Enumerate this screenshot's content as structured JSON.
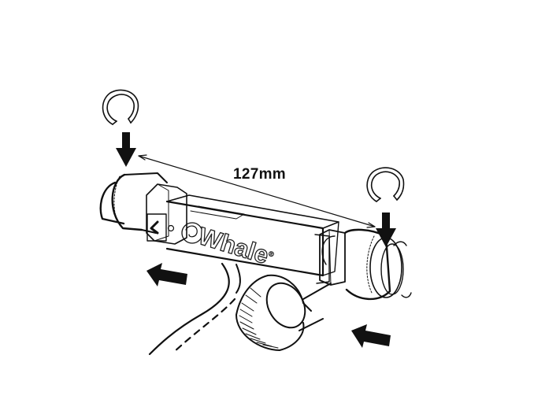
{
  "diagram": {
    "dimension": {
      "label": "127mm",
      "value": 127,
      "unit": "mm"
    },
    "brand": {
      "name": "Whale",
      "trademark": "®"
    },
    "parts": [
      {
        "id": "clip-left",
        "type": "retaining-clip",
        "position": "left"
      },
      {
        "id": "clip-right",
        "type": "retaining-clip",
        "position": "right"
      },
      {
        "id": "body",
        "type": "inline-filter-body"
      },
      {
        "id": "knurled-cap",
        "type": "filter-bowl-cap"
      },
      {
        "id": "pipe-right",
        "type": "pipe"
      },
      {
        "id": "hose",
        "type": "flexible-hose"
      }
    ],
    "arrows": [
      {
        "id": "insert-clip-left",
        "direction": "down"
      },
      {
        "id": "insert-clip-right",
        "direction": "down"
      },
      {
        "id": "flow-out",
        "direction": "left"
      },
      {
        "id": "flow-in",
        "direction": "left"
      }
    ],
    "colors": {
      "line": "#111111",
      "background": "#ffffff"
    }
  }
}
